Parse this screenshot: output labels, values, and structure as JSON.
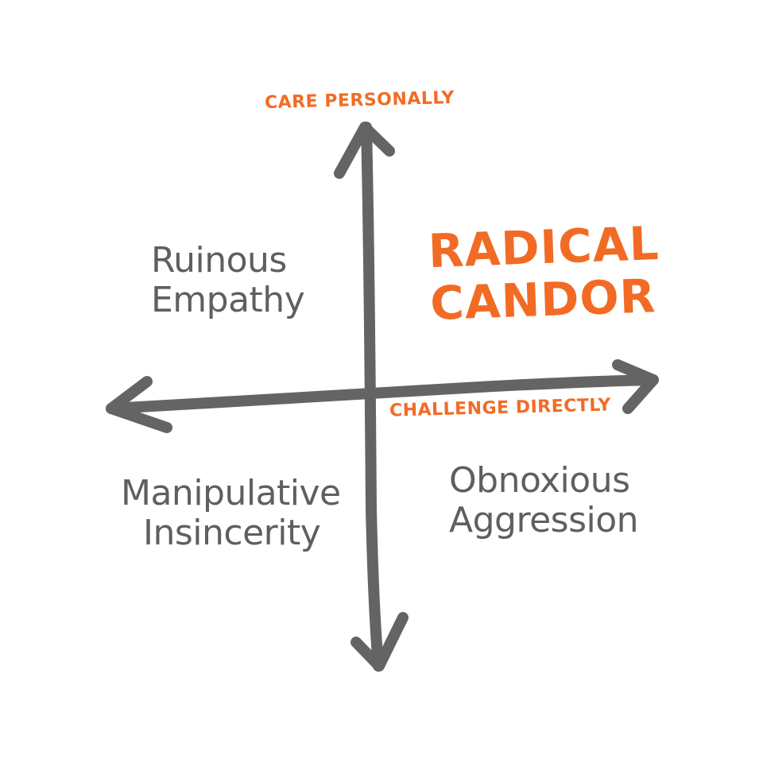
{
  "axes": {
    "vertical_label": "CARE PERSONALLY",
    "horizontal_label": "CHALLENGE DIRECTLY"
  },
  "quadrants": {
    "top_left": {
      "lines": [
        "Ruinous",
        "Empathy"
      ]
    },
    "top_right": {
      "lines": [
        "RADICAL",
        "CANDOR"
      ]
    },
    "bottom_left": {
      "lines": [
        "Manipulative",
        "Insincerity"
      ]
    },
    "bottom_right": {
      "lines": [
        "Obnoxious",
        "Aggression"
      ]
    }
  },
  "colors": {
    "accent": "#f26b25",
    "text_gray": "#5f5f5f",
    "arrow_gray": "#646464",
    "background": "#ffffff"
  }
}
